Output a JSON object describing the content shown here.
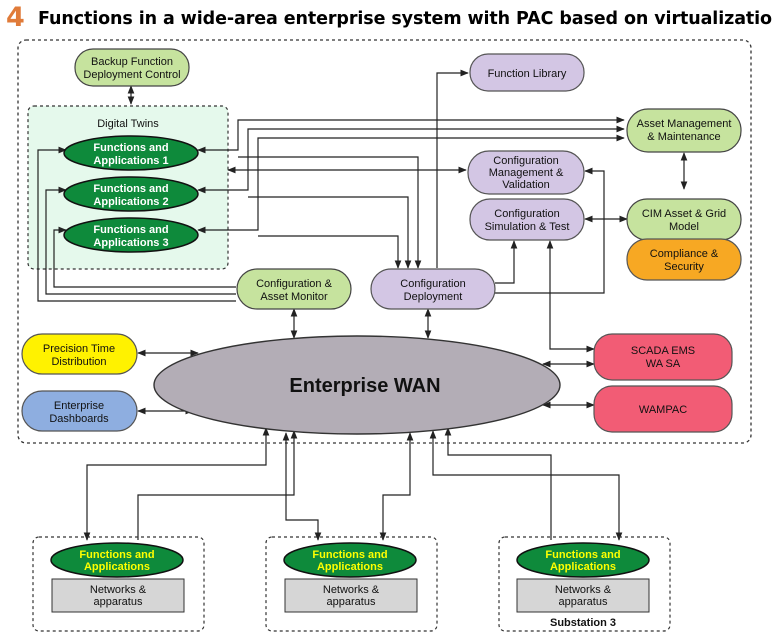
{
  "title": {
    "number": "4",
    "text": "Functions in a wide-area enterprise system with PAC based on virtualization"
  },
  "nodes": {
    "backup": [
      "Backup Function",
      "Deployment Control"
    ],
    "digital_twins": "Digital Twins",
    "fa1": [
      "Functions and",
      "Applications 1"
    ],
    "fa2": [
      "Functions and",
      "Applications 2"
    ],
    "fa3": [
      "Functions and",
      "Applications 3"
    ],
    "function_library": "Function Library",
    "asset_mgmt": [
      "Asset Management",
      "& Maintenance"
    ],
    "config_mgmt": [
      "Configuration",
      "Management &",
      "Validation"
    ],
    "config_sim": [
      "Configuration",
      "Simulation & Test"
    ],
    "cim": [
      "CIM Asset & Grid",
      "Model"
    ],
    "compliance": [
      "Compliance &",
      "Security"
    ],
    "config_asset_monitor": [
      "Configuration &",
      "Asset Monitor"
    ],
    "config_deploy": [
      "Configuration",
      "Deployment"
    ],
    "precision_time": [
      "Precision Time",
      "Distribution"
    ],
    "enterprise_wan": "Enterprise WAN",
    "scada": [
      "SCADA EMS",
      "WA SA"
    ],
    "wampac": "WAMPAC",
    "dashboards": [
      "Enterprise",
      "Dashboards"
    ]
  },
  "substations": [
    {
      "functions": [
        "Functions and",
        "Applications"
      ],
      "networks": [
        "Networks &",
        "apparatus"
      ],
      "caption": ""
    },
    {
      "functions": [
        "Functions and",
        "Applications"
      ],
      "networks": [
        "Networks &",
        "apparatus"
      ],
      "caption": ""
    },
    {
      "functions": [
        "Functions and",
        "Applications"
      ],
      "networks": [
        "Networks &",
        "apparatus"
      ],
      "caption": "Substation 3"
    }
  ],
  "colors": {
    "title_number": "#e07b39",
    "light_green": "#c6e39e",
    "dark_green": "#0e8a3b",
    "lavender": "#d3c6e4",
    "orange": "#f7a823",
    "yellow": "#fff200",
    "pink": "#f25c75",
    "blue": "#8eaee0",
    "wan_gray": "#b3adb6",
    "twins_bg": "#e5f9ec",
    "gray_box": "#d6d6d6",
    "functions_text": "#ffff00"
  }
}
